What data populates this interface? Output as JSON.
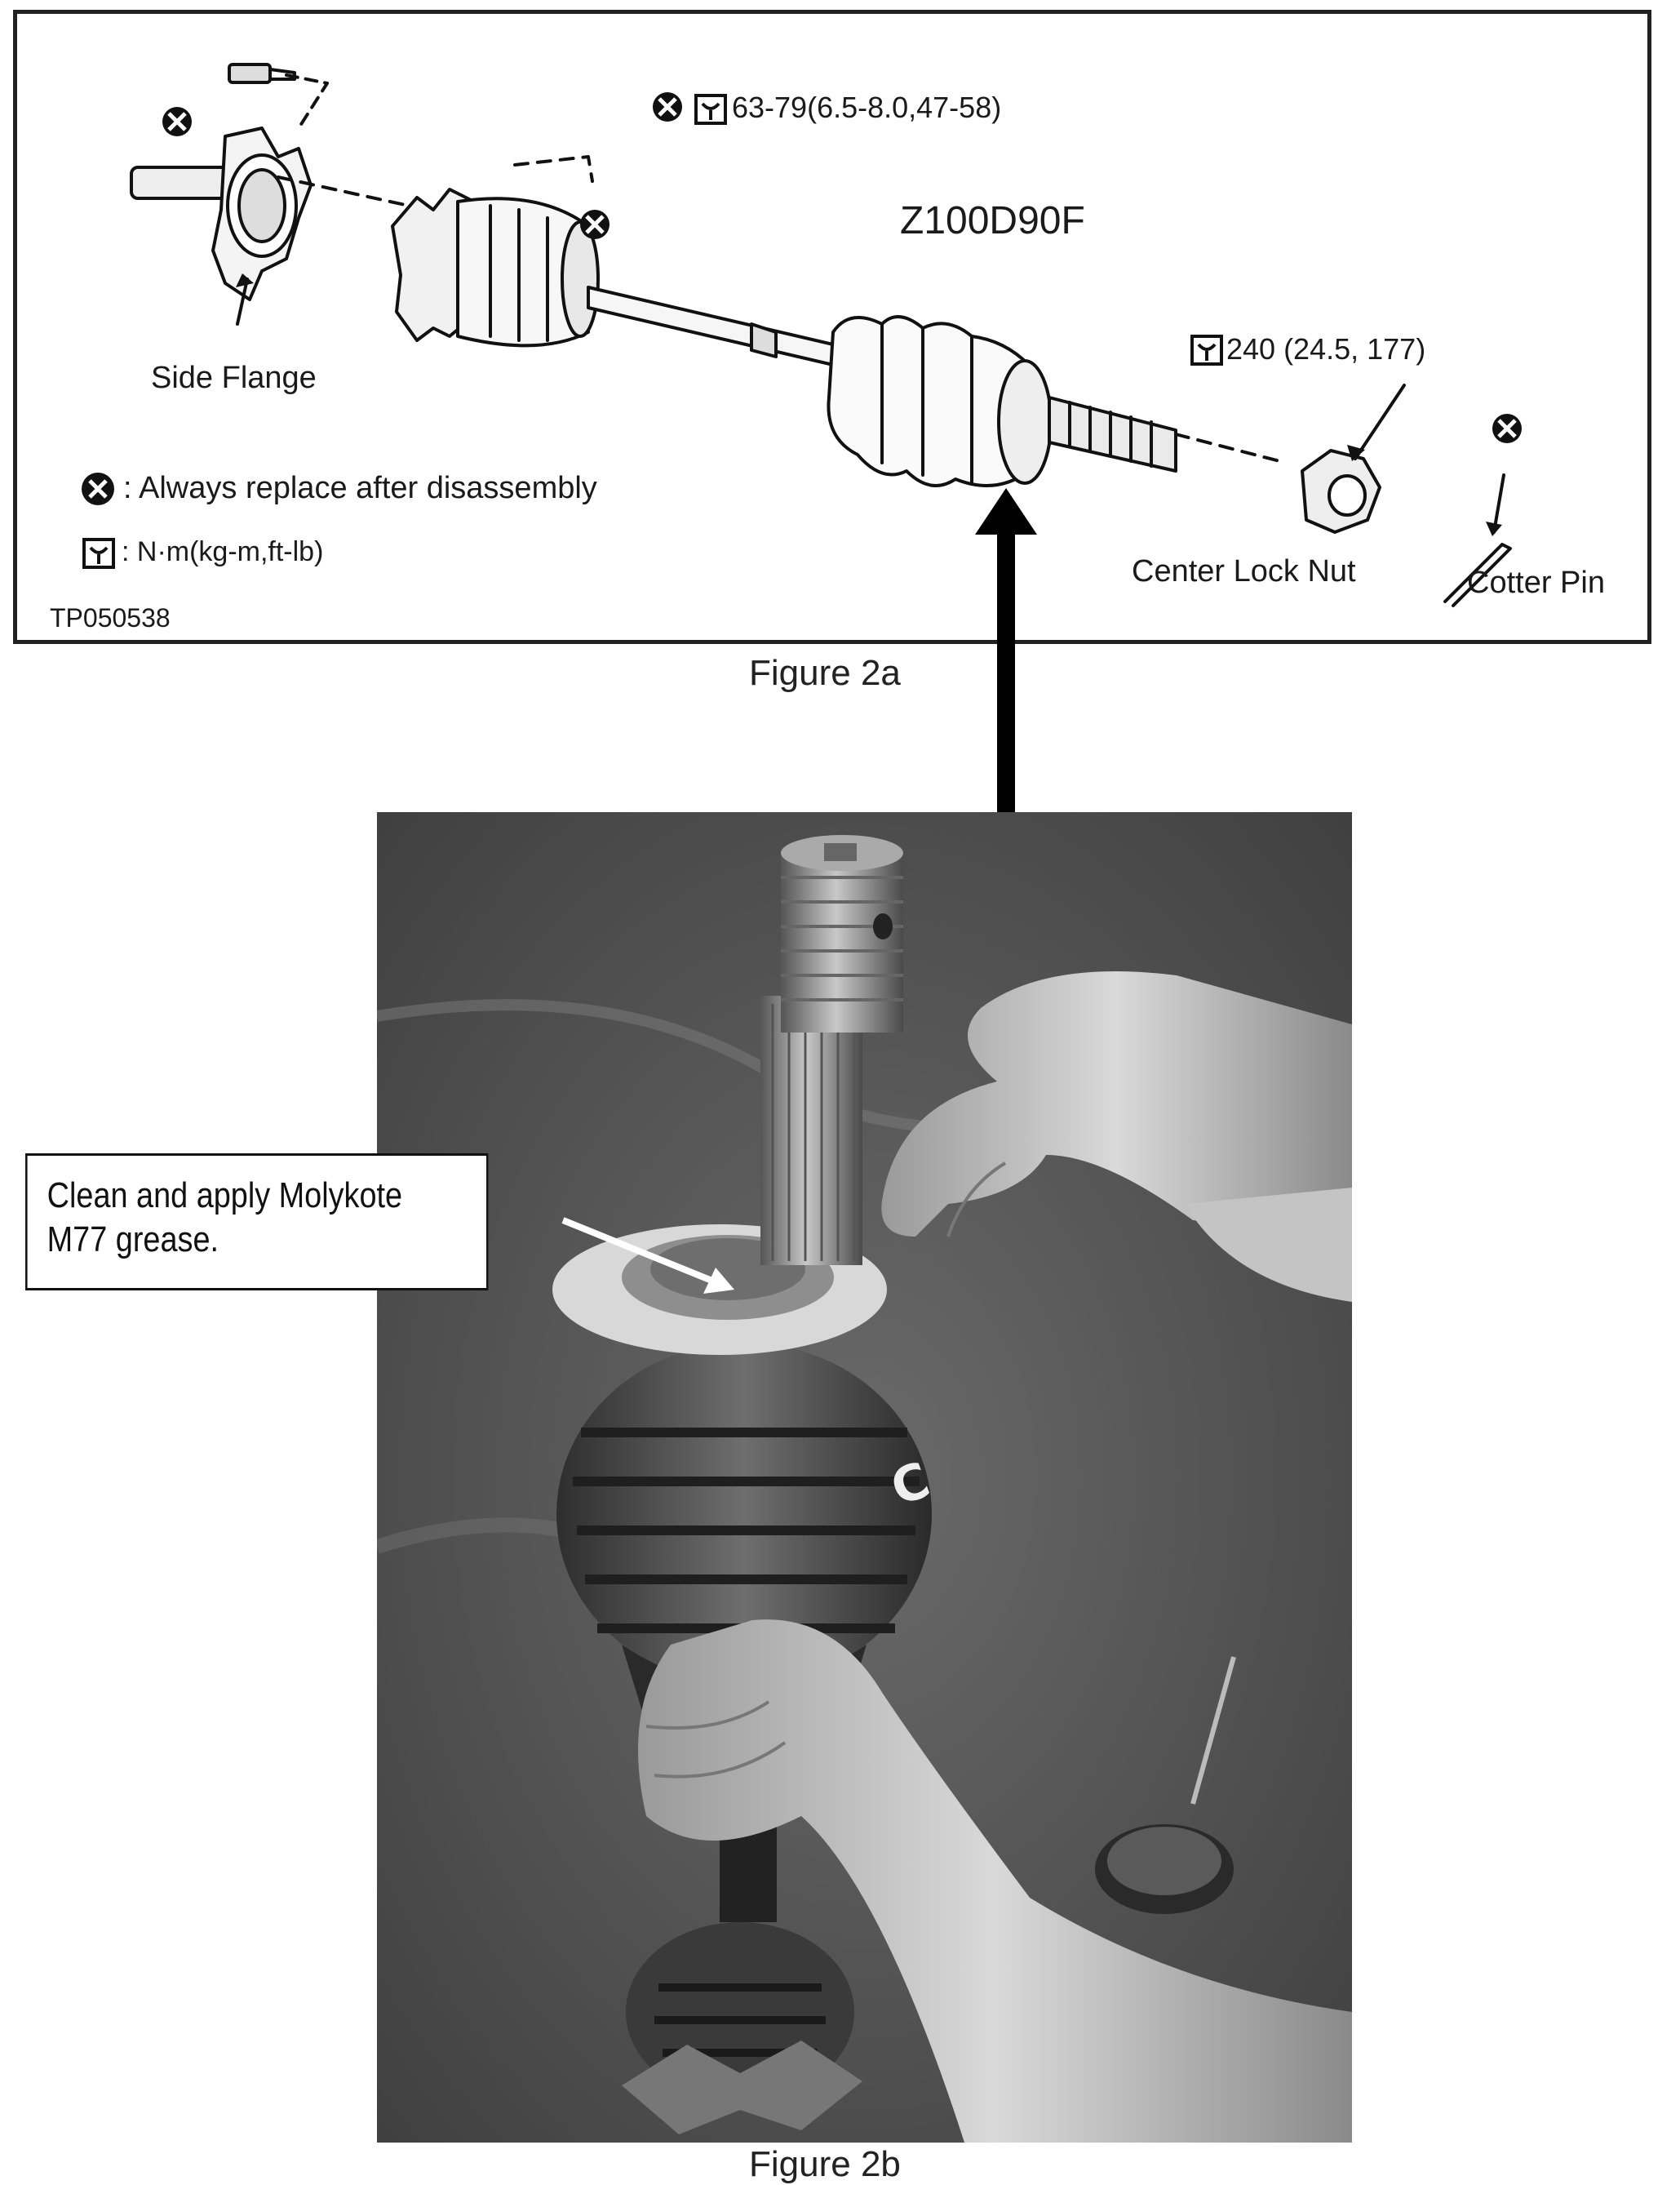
{
  "diagram": {
    "code": "Z100D90F",
    "ref_id": "TP050538",
    "torque_bolt": "63-79(6.5-8.0,47-58)",
    "torque_nut": "240 (24.5, 177)",
    "label_side_flange": "Side Flange",
    "label_center_lock_nut": "Center Lock Nut",
    "label_cotter_pin": "Cotter Pin",
    "legend_replace": ": Always replace after disassembly",
    "legend_torque": ": N·m(kg-m,ft-lb)",
    "icon_replace": "x-circle-icon",
    "icon_torque": "torque-wrench-icon"
  },
  "captions": {
    "fig_a": "Figure 2a",
    "fig_b": "Figure 2b"
  },
  "photo": {
    "callout_text": "Clean and apply Molykote M77 grease."
  }
}
